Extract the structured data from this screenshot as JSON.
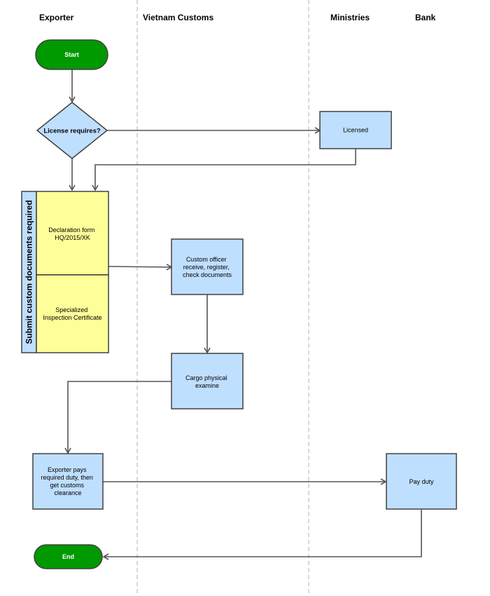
{
  "lanes": {
    "exporter": "Exporter",
    "customs": "Vietnam Customs",
    "ministries": "Ministries",
    "bank": "Bank"
  },
  "nodes": {
    "start": "Start",
    "license_decision": "License requires?",
    "licensed": "Licensed",
    "submit_group": "Submit custom documents required",
    "declaration_form": [
      "Declaration form",
      "HQ/2015/XK"
    ],
    "inspection_certificate": [
      "Specialized",
      "Inspection Certificate"
    ],
    "custom_officer": [
      "Custom officer",
      "receive, register,",
      "check documents"
    ],
    "cargo_examine": [
      "Cargo physical",
      "examine"
    ],
    "exporter_pays": [
      "Exporter pays",
      "required duty, then",
      "get customs",
      "clearance"
    ],
    "pay_duty": "Pay duty",
    "end": "End"
  },
  "colors": {
    "process_fill": "#bfdfff",
    "document_fill": "#ffff99",
    "terminator_fill": "#009900",
    "outline": "#404040",
    "connector": "#555555",
    "lane_divider": "#b0b0b0"
  }
}
